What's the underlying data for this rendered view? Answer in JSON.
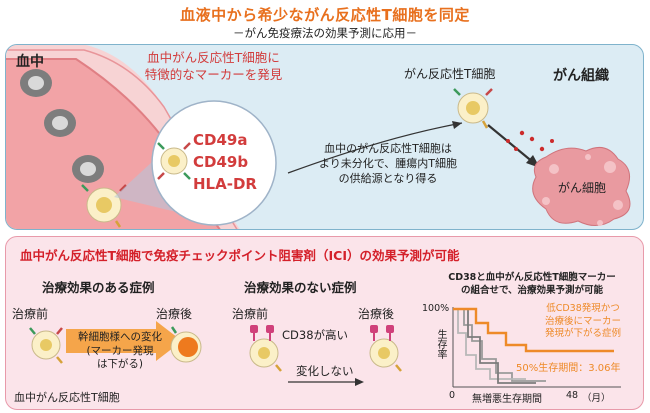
{
  "header": {
    "title": "血液中から希少ながん反応性T細胞を同定",
    "subtitle": "－がん免疫療法の効果予測に応用－"
  },
  "top_panel": {
    "blood_label": "血中",
    "tissue_label": "がん組織",
    "finding_line1": "血中がん反応性T細胞に",
    "finding_line2": "特徴的なマーカーを発見",
    "markers": [
      "CD49a",
      "CD49b",
      "HLA-DR"
    ],
    "tissue_tcell_label": "がん反応性T細胞",
    "explanation_line1": "血中のがん反応性T細胞は",
    "explanation_line2": "より未分化で、腫瘍内T細胞",
    "explanation_line3": "の供給源となり得る",
    "cancer_cell_label": "がん細胞"
  },
  "bottom_panel": {
    "heading": "血中がん反応性T細胞で免疫チェックポイント阻害剤（ICI）の効果予測が可能",
    "effective": {
      "title": "治療効果のある症例",
      "before": "治療前",
      "after": "治療後",
      "change_line1": "幹細胞様への変化",
      "change_line2": "(マーカー発現",
      "change_line3": "は下がる)",
      "cell_label": "血中がん反応性T細胞"
    },
    "ineffective": {
      "title": "治療効果のない症例",
      "before": "治療前",
      "after": "治療後",
      "cd38": "CD38が高い",
      "no_change": "変化しない"
    },
    "survival": {
      "title_line1": "CD38と血中がん反応性T細胞マーカー",
      "title_line2": "の組合せで、治療効果予測が可能",
      "y_tick_top": "100%",
      "y_axis_label": "生存率",
      "x_tick_start": "0",
      "x_axis_label": "無増悪生存期間",
      "x_tick_end": "48",
      "x_unit": "（月）",
      "legend_line1": "低CD38発現かつ",
      "legend_line2": "治療後にマーカー",
      "legend_line3": "発現が下がる症例",
      "median": "50%生存期間：3.06年"
    }
  },
  "colors": {
    "title": "#e8701e",
    "marker": "#d23c3c",
    "vessel": "#f3a7a8",
    "cancer": "#e8949a",
    "orange_curve": "#ee8a28",
    "heading_red": "#d4202a"
  }
}
